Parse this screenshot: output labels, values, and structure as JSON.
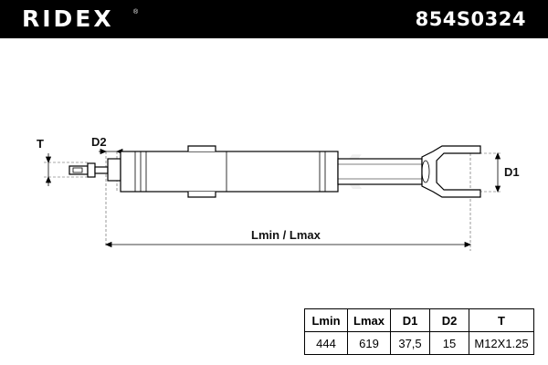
{
  "header": {
    "brand": "RIDEX",
    "brand_mark": "®",
    "part_number": "854S0324",
    "background": "#000000",
    "text_color": "#ffffff"
  },
  "diagram": {
    "dimension_labels": {
      "t": "T",
      "d2": "D2",
      "d1": "D1",
      "length": "Lmin / Lmax"
    },
    "watermark": "RIDEX"
  },
  "spec_table": {
    "headers": [
      "Lmin",
      "Lmax",
      "D1",
      "D2",
      "T"
    ],
    "values": [
      "444",
      "619",
      "37,5",
      "15",
      "M12X1.25"
    ]
  }
}
